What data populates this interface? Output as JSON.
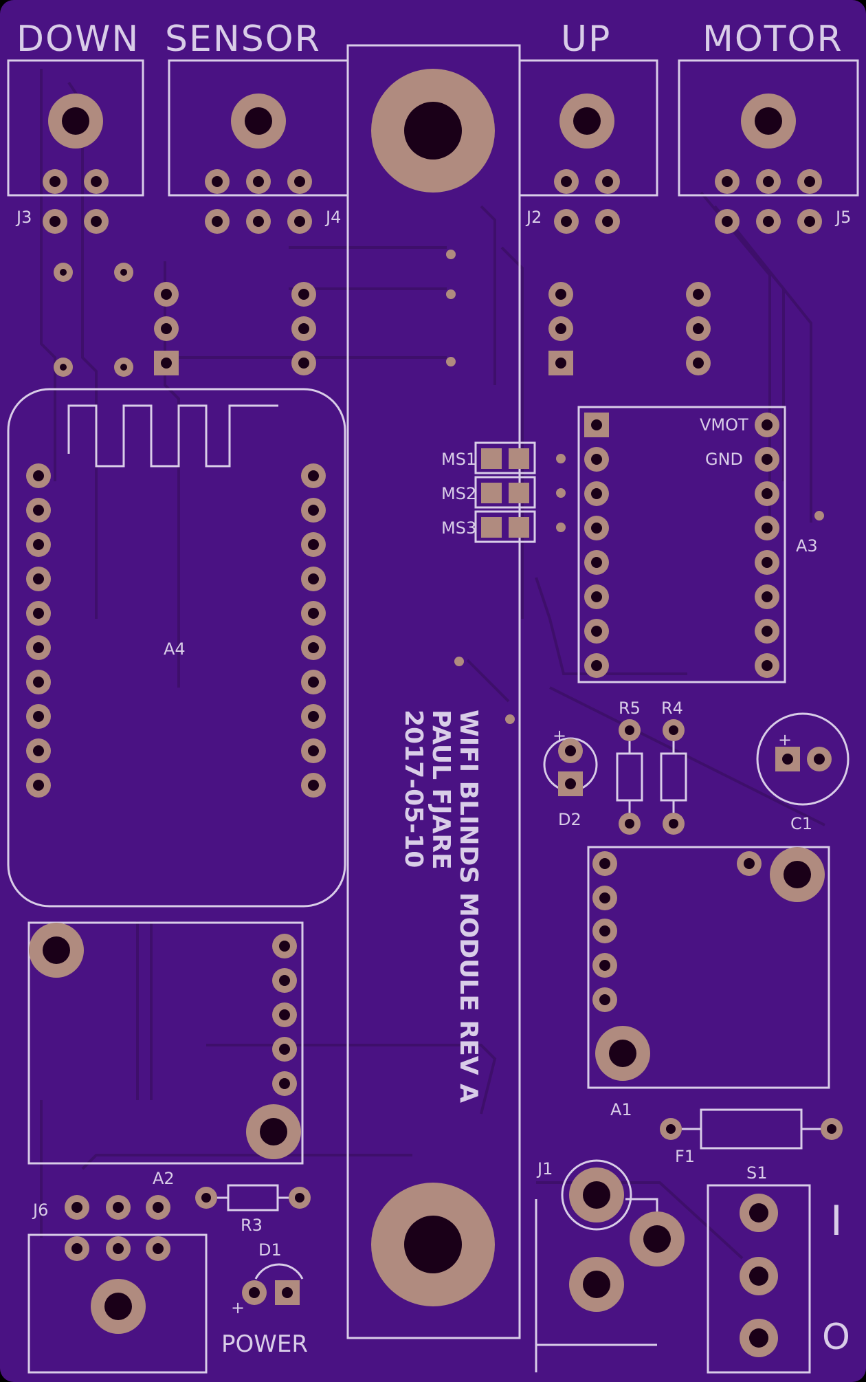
{
  "connectors_top": {
    "down": "DOWN",
    "sensor": "SENSOR",
    "up": "UP",
    "motor": "MOTOR"
  },
  "refdes": {
    "j3": "J3",
    "j4": "J4",
    "j2": "J2",
    "j5": "J5",
    "a4": "A4",
    "a3": "A3",
    "a2": "A2",
    "a1": "A1",
    "ms1": "MS1",
    "ms2": "MS2",
    "ms3": "MS3",
    "vmot": "VMOT",
    "gnd": "GND",
    "r5": "R5",
    "r4": "R4",
    "r3": "R3",
    "d2": "D2",
    "d1": "D1",
    "c1": "C1",
    "f1": "F1",
    "s1": "S1",
    "j1": "J1",
    "j6": "J6",
    "plus_d2": "+",
    "plus_c1": "+",
    "plus_d1": "+"
  },
  "title_block": {
    "line1": "WIFI BLINDS MODULE REV A",
    "line2": "PAUL FJARE",
    "line3": "2017-05-10"
  },
  "switch_labels": {
    "on": "I",
    "off": "O"
  },
  "power_label": "POWER",
  "colors": {
    "board": "#4a1283",
    "silkscreen": "#d9cde8",
    "copper_pad": "#b08b7f"
  }
}
